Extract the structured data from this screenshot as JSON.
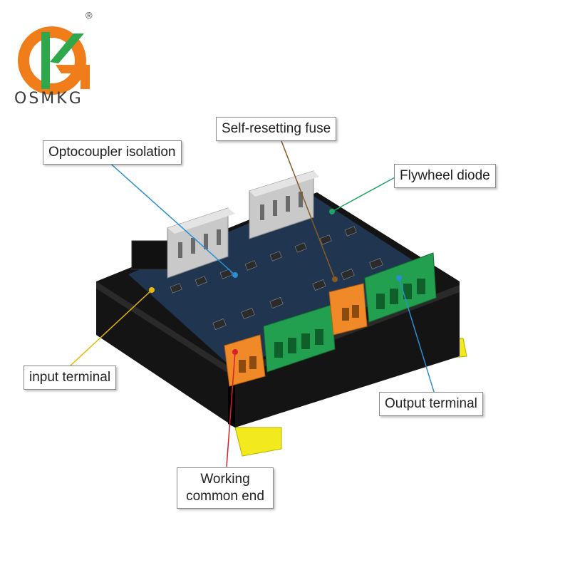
{
  "brand": {
    "name": "OSMKG",
    "registered": "®",
    "colors": {
      "orange": "#f07d1a",
      "green": "#2ea84a"
    }
  },
  "callouts": {
    "optocoupler": "Optocoupler isolation",
    "fuse": "Self-resetting fuse",
    "flywheel": "Flywheel diode",
    "input": "input terminal",
    "output": "Output terminal",
    "common_line1": "Working",
    "common_line2": "common end"
  },
  "colors": {
    "line_blue": "#2a8fd0",
    "line_brown": "#8a5a20",
    "line_green": "#23a36a",
    "line_yellow": "#e8b800",
    "line_red": "#d6202a",
    "terminal_green": "#22a050",
    "terminal_orange": "#f08a28",
    "terminal_grey": "#c9c9c9",
    "pcb": "#1f3550",
    "housing": "#141414",
    "clip": "#f2ea1c"
  }
}
